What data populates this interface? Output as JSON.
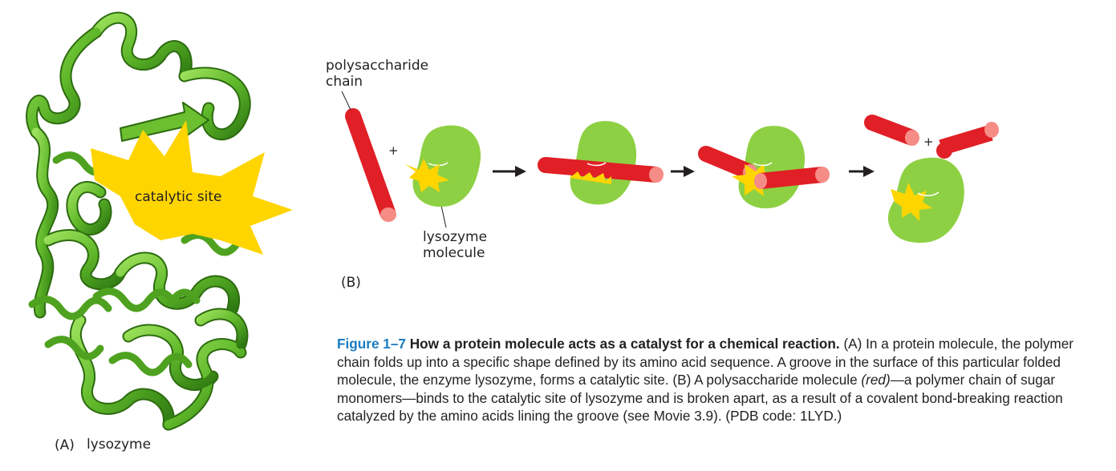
{
  "panel_a": {
    "label": "(A)",
    "name": "lysozyme",
    "site_label": "catalytic site"
  },
  "panel_b": {
    "label": "(B)",
    "chain_label_line1": "polysaccharide",
    "chain_label_line2": "chain",
    "enzyme_label_line1": "lysozyme",
    "enzyme_label_line2": "molecule",
    "plus_1": "+",
    "plus_2": "+"
  },
  "caption": {
    "figure_number": "Figure 1–7",
    "title": "How a protein molecule acts as a catalyst for a chemical reaction.",
    "part_a": "(A) In a protein molecule, the polymer chain folds up into a specific shape defined by its amino acid sequence. A groove in the surface of this particular folded molecule, the enzyme lysozyme, forms a catalytic site.",
    "part_b_pre": "(B) A polysaccharide molecule ",
    "part_b_red": "(red)",
    "part_b_post": "—a polymer chain of sugar monomers—binds to the catalytic site of lysozyme and is broken apart, as a result of a covalent bond-breaking reaction catalyzed by the amino acids lining the groove (see Movie 3.9). (PDB code: 1LYD.)"
  },
  "colors": {
    "ribbon": "#6cbf2f",
    "enzyme": "#8ed043",
    "site": "#ffd500",
    "chain": "#e11f26",
    "chain_end": "#f58c85",
    "caption_accent": "#1a7bc1"
  }
}
